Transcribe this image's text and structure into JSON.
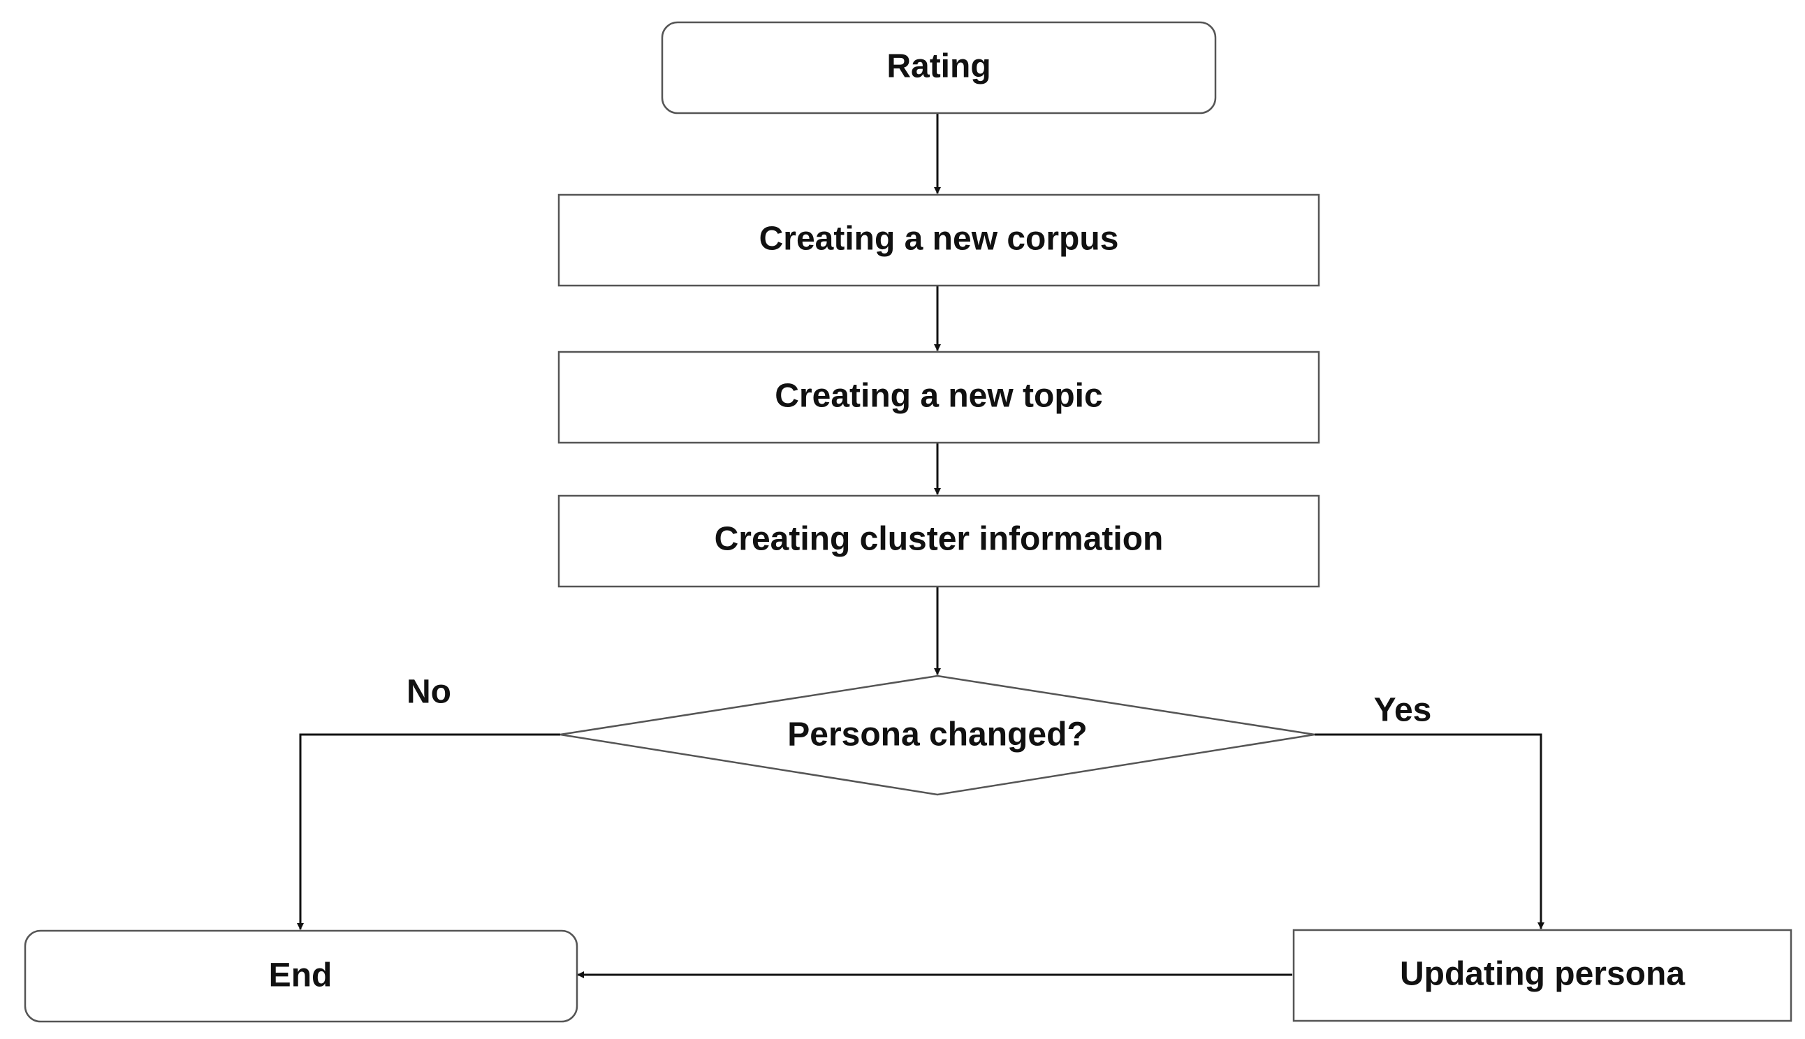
{
  "nodes": {
    "rating": "Rating",
    "new_corpus": "Creating a new corpus",
    "new_topic": "Creating a new topic",
    "cluster_info": "Creating cluster information",
    "persona_changed": "Persona changed?",
    "end": "End",
    "updating_persona": "Updating persona"
  },
  "edges": {
    "no": "No",
    "yes": "Yes"
  }
}
